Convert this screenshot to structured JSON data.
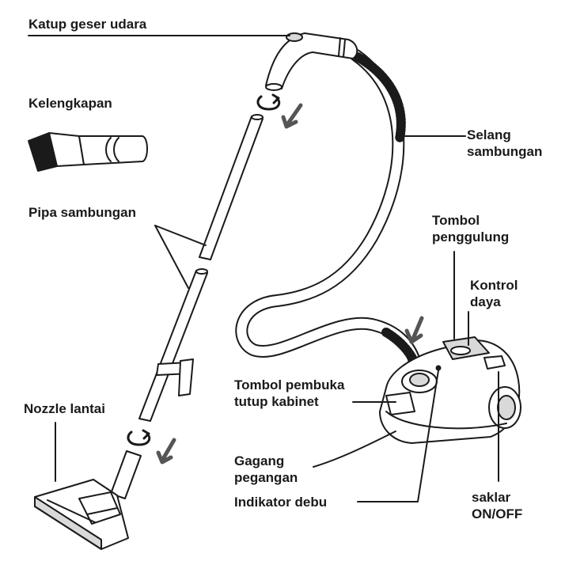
{
  "colors": {
    "ink": "#1a1a1a",
    "fill": "#ffffff",
    "shade": "#d9d9d9",
    "arrow": "#555555"
  },
  "labels": {
    "katup": "Katup geser udara",
    "kelengkapan": "Kelengkapan",
    "pipa": "Pipa sambungan",
    "nozzle": "Nozzle lantai",
    "selang_1": "Selang",
    "selang_2": "sambungan",
    "penggulung_1": "Tombol",
    "penggulung_2": "penggulung",
    "kontrol_1": "Kontrol",
    "kontrol_2": "daya",
    "pembuka_1": "Tombol pembuka",
    "pembuka_2": "tutup kabinet",
    "gagang_1": "Gagang",
    "gagang_2": "pegangan",
    "indikator": "Indikator debu",
    "saklar_1": "saklar",
    "saklar_2": "ON/OFF"
  }
}
